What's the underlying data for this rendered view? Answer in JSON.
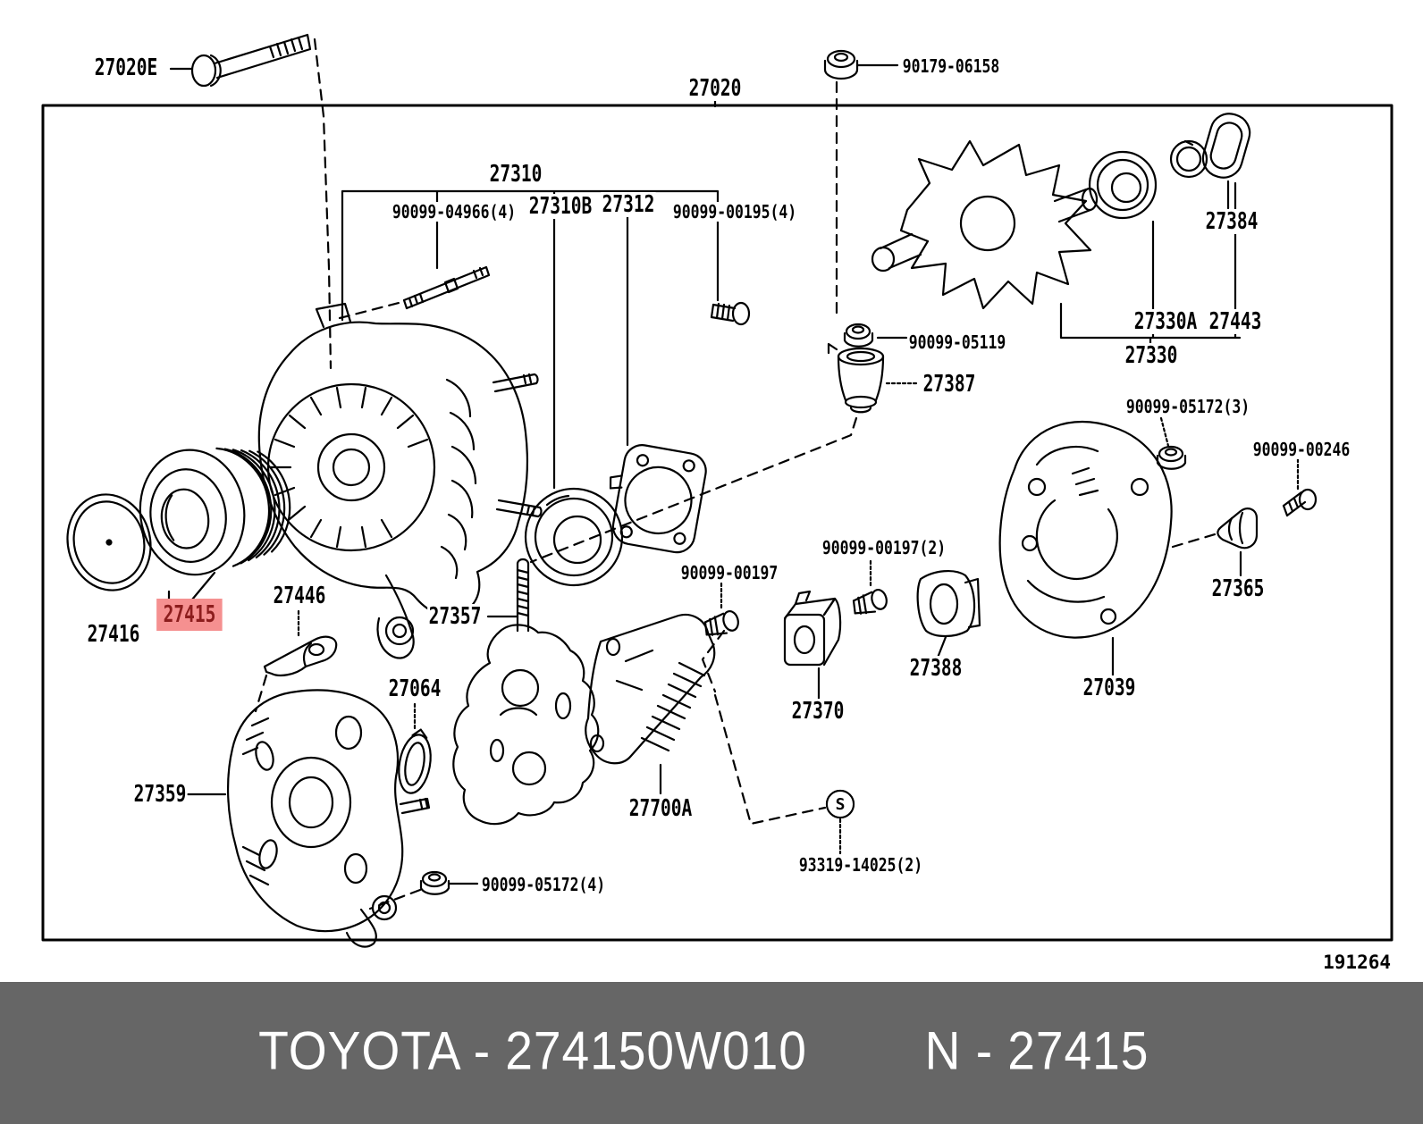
{
  "diagram": {
    "type": "exploded-parts-diagram",
    "subject": "alternator",
    "drawing_number": "191264",
    "s_symbol": "S"
  },
  "colors": {
    "line": "#000000",
    "highlight_bg": "#f59090",
    "highlight_text": "#8c1d1d",
    "footer_bg": "#666666",
    "footer_text": "#ffffff"
  },
  "footer": {
    "brand_part": "TOYOTA - 274150W010",
    "catalog_part": "N - 27415"
  },
  "highlighted_part_number": "27415",
  "labels": [
    {
      "text": "27020E"
    },
    {
      "text": "90179-06158"
    },
    {
      "text": "27020"
    },
    {
      "text": "27310"
    },
    {
      "text": "90099-04966(4)"
    },
    {
      "text": "27310B"
    },
    {
      "text": "27312"
    },
    {
      "text": "90099-00195(4)"
    },
    {
      "text": "90099-05119"
    },
    {
      "text": "27387"
    },
    {
      "text": "27330A"
    },
    {
      "text": "27443"
    },
    {
      "text": "27330"
    },
    {
      "text": "27384"
    },
    {
      "text": "90099-05172(3)"
    },
    {
      "text": "90099-00246"
    },
    {
      "text": "27365"
    },
    {
      "text": "27039"
    },
    {
      "text": "27388"
    },
    {
      "text": "90099-00197(2)"
    },
    {
      "text": "27370"
    },
    {
      "text": "90099-00197"
    },
    {
      "text": "27700A"
    },
    {
      "text": "93319-14025(2)"
    },
    {
      "text": "90099-05172(4)"
    },
    {
      "text": "27359"
    },
    {
      "text": "27064"
    },
    {
      "text": "27446"
    },
    {
      "text": "27357"
    },
    {
      "text": "27415"
    },
    {
      "text": "27416"
    }
  ]
}
